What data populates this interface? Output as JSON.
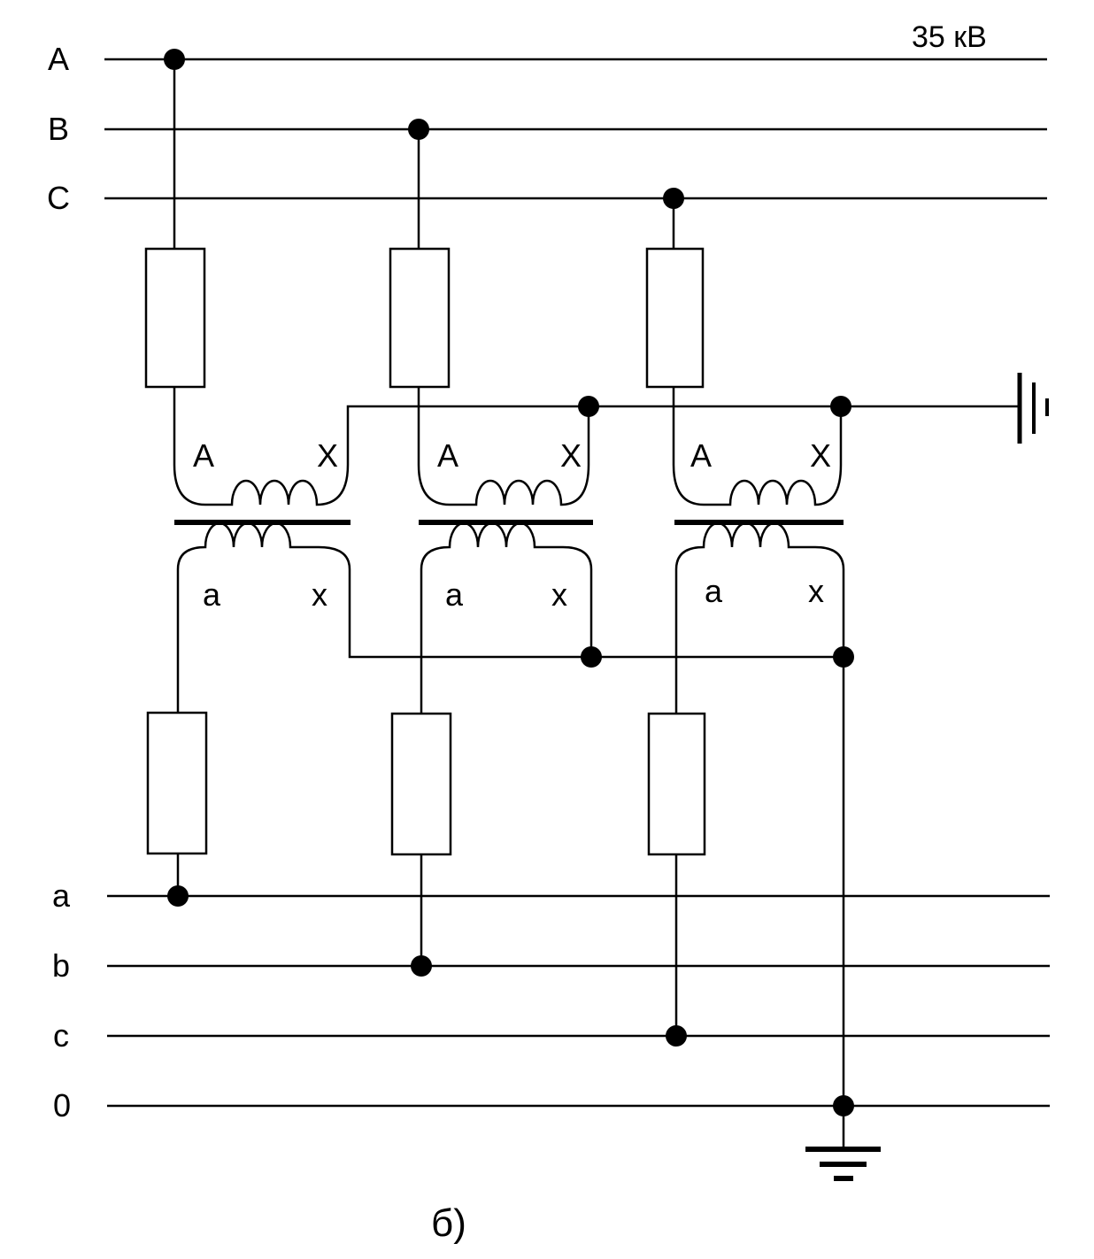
{
  "voltage_label": "35 кВ",
  "caption": "б)",
  "hv_buses": [
    {
      "label": "A"
    },
    {
      "label": "B"
    },
    {
      "label": "C"
    }
  ],
  "lv_buses": [
    {
      "label": "a"
    },
    {
      "label": "b"
    },
    {
      "label": "c"
    },
    {
      "label": "0"
    }
  ],
  "transformers": [
    {
      "primary_start": "A",
      "primary_end": "X",
      "secondary_start": "a",
      "secondary_end": "x"
    },
    {
      "primary_start": "A",
      "primary_end": "X",
      "secondary_start": "a",
      "secondary_end": "x"
    },
    {
      "primary_start": "A",
      "primary_end": "X",
      "secondary_start": "a",
      "secondary_end": "x"
    }
  ]
}
